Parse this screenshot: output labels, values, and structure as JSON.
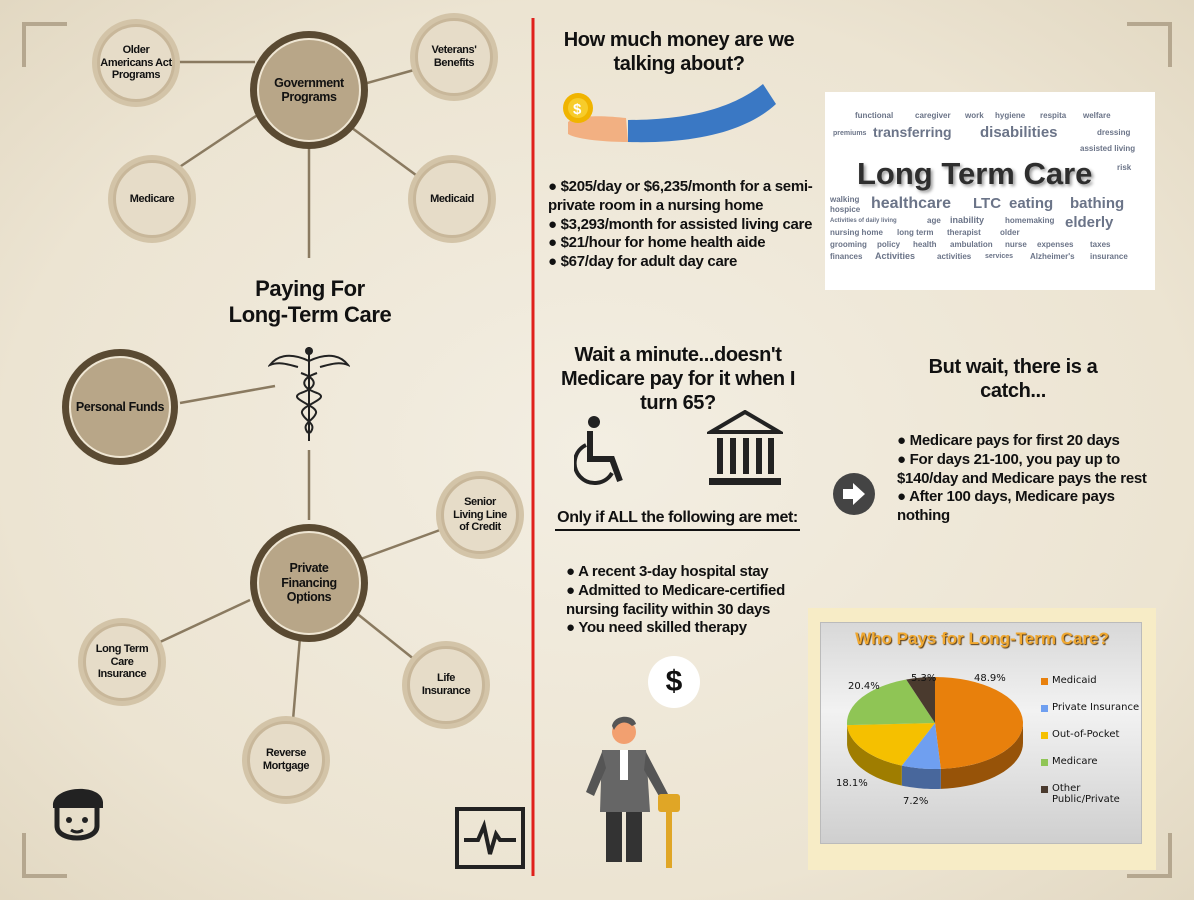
{
  "left": {
    "title_line1": "Paying For",
    "title_line2": "Long-Term Care",
    "nodes": {
      "government": "Government Programs",
      "older_americans": "Older Americans Act Programs",
      "veterans": "Veterans' Benefits",
      "medicare": "Medicare",
      "medicaid": "Medicaid",
      "personal_funds": "Personal Funds",
      "private_financing": "Private Financing Options",
      "senior_living": "Senior Living Line of Credit",
      "ltc_insurance": "Long Term Care Insurance",
      "life_insurance": "Life Insurance",
      "reverse_mortgage": "Reverse Mortgage"
    }
  },
  "cost": {
    "heading": "How much money are we talking about?",
    "items": [
      "● $205/day or $6,235/month for a semi-private room in a nursing home",
      "● $3,293/month for assisted living care",
      "● $21/hour for home health aide",
      "● $67/day for adult day care"
    ]
  },
  "wordcloud": {
    "title": "Long Term Care",
    "words": [
      "functional",
      "caregiver",
      "work",
      "welfare",
      "hygiene",
      "respita",
      "premiums",
      "transferring",
      "disabilities",
      "dressing",
      "assisted living",
      "taxes",
      "walking",
      "hospice",
      "older",
      "age",
      "healthcare",
      "LTC",
      "eating",
      "bathing",
      "elderly",
      "risk",
      "Alzheimer's",
      "insurance",
      "expenses",
      "Activities of daily living",
      "inability",
      "homemaking",
      "therapist",
      "nursing home",
      "long term",
      "ambulation",
      "nurse",
      "grooming",
      "policy",
      "health",
      "Activities",
      "finances",
      "activities",
      "services"
    ]
  },
  "medicare": {
    "heading": "Wait a minute...doesn't Medicare pay for it when I turn 65?",
    "condition_heading": "Only if ALL the following are met:",
    "conditions": [
      "● A recent 3-day hospital stay",
      "● Admitted to Medicare-certified nursing facility within 30 days",
      "● You need skilled therapy"
    ],
    "dollar": "$"
  },
  "catch": {
    "heading": "But wait, there is a catch...",
    "items": [
      "● Medicare pays for first 20 days",
      "● For days 21-100, you pay up to $140/day and Medicare pays the rest",
      "● After 100 days, Medicare pays nothing"
    ]
  },
  "chart_data": {
    "type": "pie",
    "title": "Who Pays for Long-Term Care?",
    "categories": [
      "Medicaid",
      "Private Insurance",
      "Out-of-Pocket",
      "Medicare",
      "Other Public/Private"
    ],
    "values": [
      48.9,
      7.2,
      18.1,
      20.4,
      5.3
    ],
    "labels": [
      "48.9%",
      "7.2%",
      "18.1%",
      "20.4%",
      "5.3%"
    ],
    "colors": [
      "#e8800c",
      "#6f9ff0",
      "#f5c000",
      "#8fc555",
      "#4a3a2e"
    ],
    "legend": "right"
  }
}
